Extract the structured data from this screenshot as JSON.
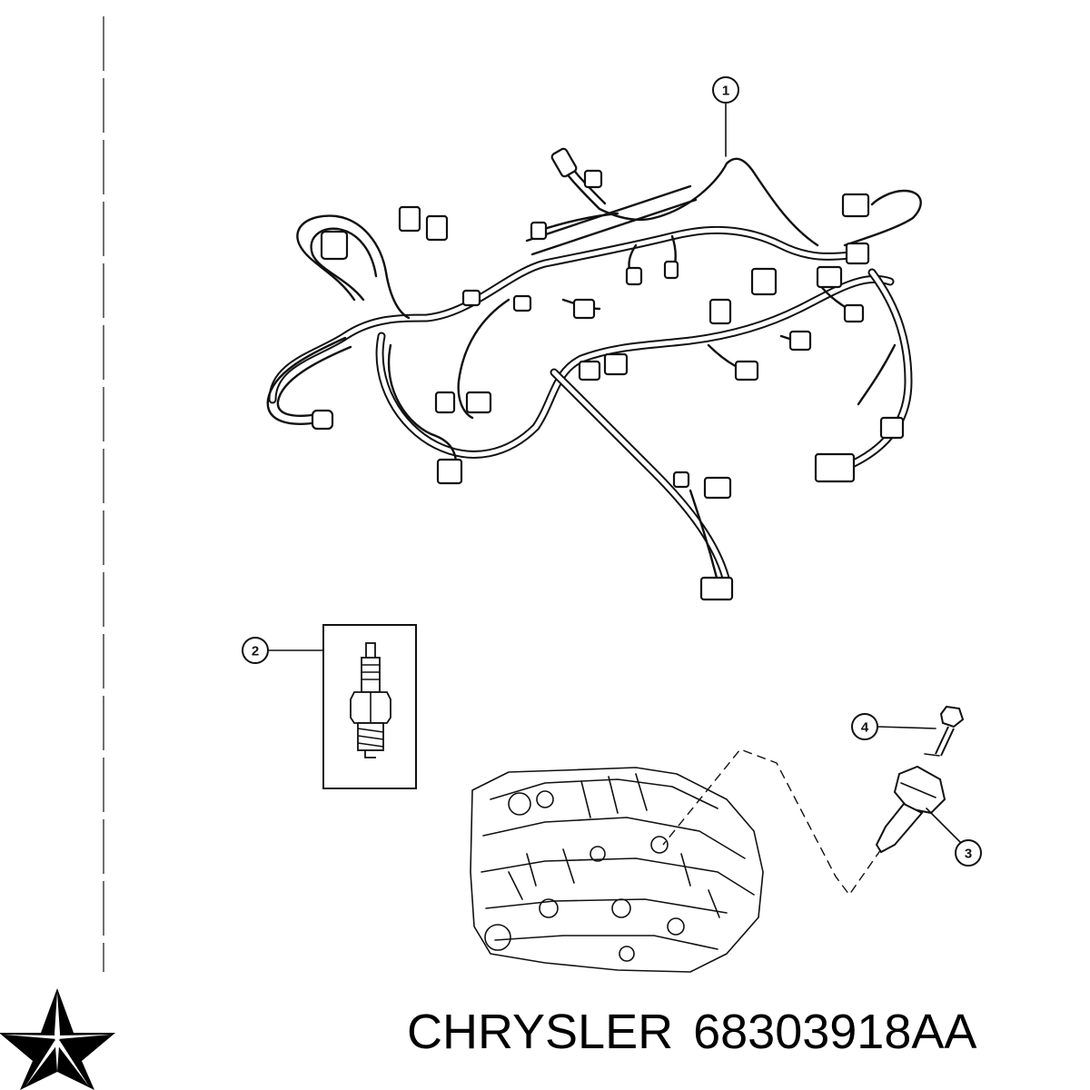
{
  "diagram": {
    "callouts": [
      "1",
      "2",
      "3",
      "4"
    ]
  },
  "footer": {
    "brand": "CHRYSLER",
    "part_number": "68303918AA",
    "logo_icon": "chrysler-pentastar-icon"
  },
  "colors": {
    "ink": "#111111",
    "background": "#ffffff"
  }
}
